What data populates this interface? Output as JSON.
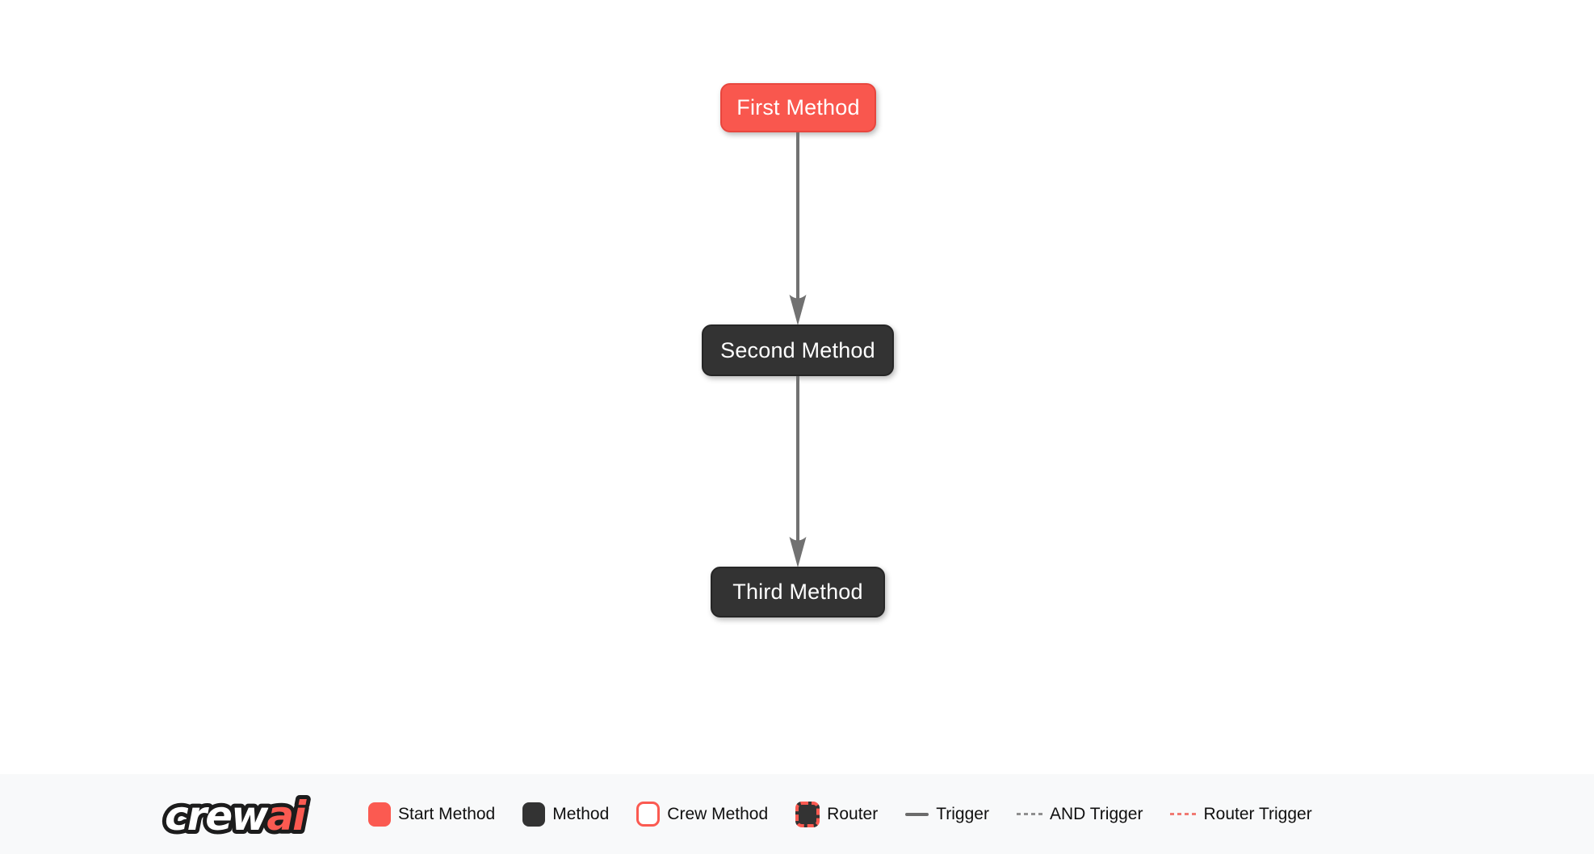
{
  "colors": {
    "accent": "#FB5A51",
    "start-fill": "#F9574E",
    "start-border": "#E8463E",
    "method-fill": "#333333",
    "method-border": "#262626",
    "edge": "#717171",
    "legend-bg": "#F8F9FA",
    "legend-text": "#101010",
    "trigger-line": "#6B6B6B",
    "and-dash": "#8F8F8F",
    "router-dash": "#F07A72",
    "logo-outline": "#1C1C1C",
    "logo-crew-fill": "#FFFFFF",
    "logo-ai-fill": "#FB5A51"
  },
  "logo": {
    "crew": "crew",
    "ai": "ai"
  },
  "diagram": {
    "nodes": [
      {
        "label": "First Method",
        "type": "start-method"
      },
      {
        "label": "Second Method",
        "type": "method"
      },
      {
        "label": "Third Method",
        "type": "method"
      }
    ],
    "edges": [
      {
        "from": "First Method",
        "to": "Second Method",
        "type": "trigger"
      },
      {
        "from": "Second Method",
        "to": "Third Method",
        "type": "trigger"
      }
    ]
  },
  "legend": {
    "items": [
      {
        "label": "Start Method",
        "swatch": "start-square"
      },
      {
        "label": "Method",
        "swatch": "method-square"
      },
      {
        "label": "Crew Method",
        "swatch": "crew-square"
      },
      {
        "label": "Router",
        "swatch": "router-square"
      },
      {
        "label": "Trigger",
        "swatch": "solid-gray-line"
      },
      {
        "label": "AND Trigger",
        "swatch": "dashed-gray-line"
      },
      {
        "label": "Router Trigger",
        "swatch": "dashed-red-line"
      }
    ]
  }
}
